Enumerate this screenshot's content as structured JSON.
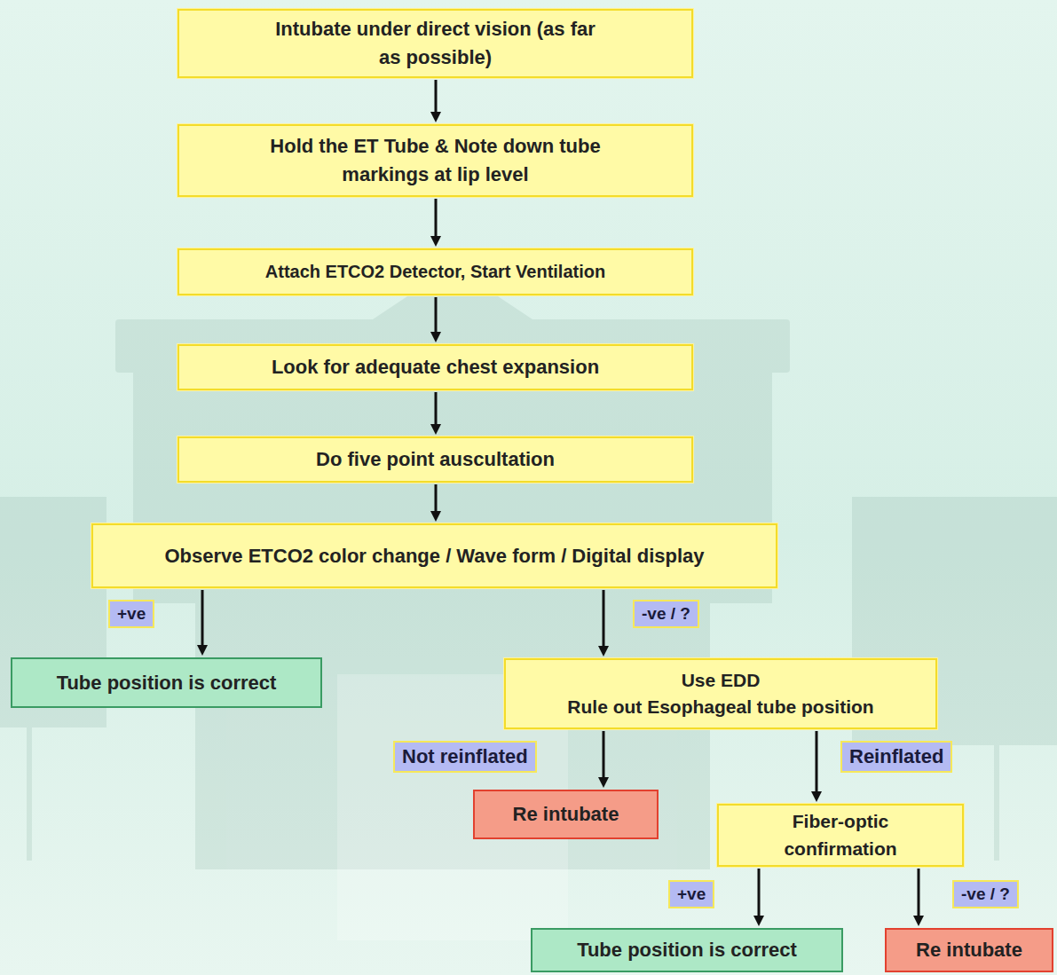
{
  "diagram": {
    "nodes": [
      {
        "text": [
          "Intubate under direct vision (as far as possible)"
        ]
      },
      {
        "text": [
          "Hold the ET Tube & Note down tube markings at lip level"
        ]
      },
      {
        "text": [
          "Attach ETCO2 Detector, Start Ventilation"
        ]
      },
      {
        "text": [
          "Look for adequate chest expansion"
        ]
      },
      {
        "text": [
          "Do five point auscultation"
        ]
      },
      {
        "text": [
          "Observe ETCO2 color change / Wave form / Digital display"
        ]
      },
      {
        "text": [
          "Tube position is correct"
        ]
      },
      {
        "text": [
          "Use EDD",
          "Rule out Esophageal tube position"
        ]
      },
      {
        "text": [
          "Re intubate"
        ]
      },
      {
        "text": [
          "Fiber-optic confirmation"
        ]
      },
      {
        "text": [
          "Tube position is correct"
        ]
      },
      {
        "text": [
          "Re intubate"
        ]
      }
    ],
    "edges": [
      {
        "from": 0,
        "to": 1,
        "arrow": "to"
      },
      {
        "from": 1,
        "to": 2,
        "arrow": "to"
      },
      {
        "from": 2,
        "to": 3,
        "arrow": "to"
      },
      {
        "from": 3,
        "to": 4,
        "arrow": "to"
      },
      {
        "from": 4,
        "to": 5,
        "arrow": "to"
      },
      {
        "from": 5,
        "to": 6,
        "label": "+ve",
        "arrow": "to"
      },
      {
        "from": 5,
        "to": 7,
        "label": "-ve / ?",
        "arrow": "to"
      },
      {
        "from": 7,
        "to": 8,
        "label": "Not reinflated",
        "arrow": "to"
      },
      {
        "from": 7,
        "to": 9,
        "label": "Reinflated",
        "arrow": "to"
      },
      {
        "from": 9,
        "to": 10,
        "label": "+ve",
        "arrow": "to"
      },
      {
        "from": 9,
        "to": 11,
        "label": "-ve / ?",
        "arrow": "to"
      }
    ]
  }
}
